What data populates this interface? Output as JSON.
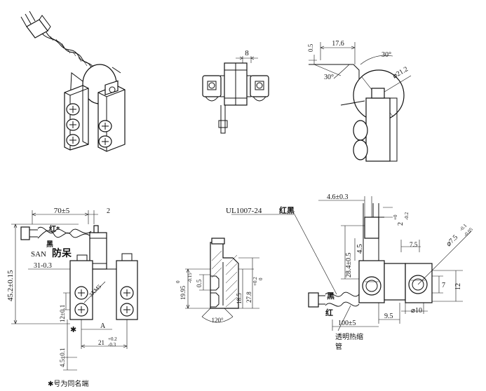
{
  "dimensions": {
    "gap_8": "8",
    "offset_0_5": "0.5",
    "width_17_6": "17.6",
    "angle_30a": "30°",
    "angle_30b": "30°",
    "dia_21_2": "⌀21.2",
    "lead_70": "70±5",
    "gap_2": "2",
    "height_45": "45.2±0.15",
    "width_31": "31-0.3",
    "screw_m5": "3XM5",
    "pitch_12": "12±0.1",
    "dim_a": "A",
    "dim_21": "21",
    "dim_21_tol_up": "+0.2",
    "dim_21_tol_dn": "-0.3",
    "dim_4_5": "4.5±0.1",
    "dim_19_95": "19.95",
    "dim_19_95_tol_up": "0",
    "dim_19_95_tol_dn": "-0.15",
    "dim_0_5b": "0.5",
    "dim_18_5": "18.5",
    "dim_27_8": "27.8",
    "dim_27_8_tol_up": "+0.2",
    "dim_27_8_tol_dn": "0",
    "angle_120": "120°",
    "lead_4_6": "4.6±0.3",
    "dim_2": "2",
    "dim_2_tol_up": "+0",
    "dim_2_tol_dn": "-0.2",
    "dim_28_4": "28.4±0.5",
    "dim_4_5b": "4.5",
    "dim_7_5": "7.5",
    "dim_dia_7_5": "⌀7.5",
    "dim_dia_7_5_tol_up": "-0.1",
    "dim_dia_7_5_tol_dn": "-0.05",
    "dim_7": "7",
    "dim_12": "12",
    "lead_100": "100±5",
    "dim_9_5": "9.5",
    "dim_dia_10": "⌀10"
  },
  "labels": {
    "wire_ul": "UL1007-24",
    "wire_red_black": "红黑",
    "red_short": "红",
    "red_marked": "红*",
    "black": "黑",
    "san": "SAN",
    "anti_idiot": "防呆",
    "tube_line1": "透明热缩",
    "tube_line2": "管",
    "note": "✱号为同名端"
  }
}
